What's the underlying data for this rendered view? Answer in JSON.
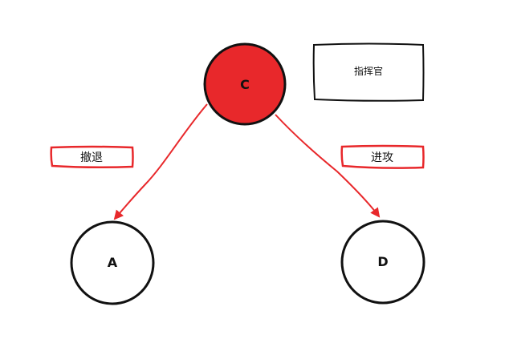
{
  "diagram": {
    "commander": {
      "label": "指挥官"
    },
    "nodes": {
      "c": {
        "label": "C",
        "color": "#e8282b"
      },
      "a": {
        "label": "A"
      },
      "d": {
        "label": "D"
      }
    },
    "edges": {
      "retreat": {
        "label": "撤退",
        "color": "#e8282b"
      },
      "attack": {
        "label": "进攻",
        "color": "#e8282b"
      }
    }
  }
}
